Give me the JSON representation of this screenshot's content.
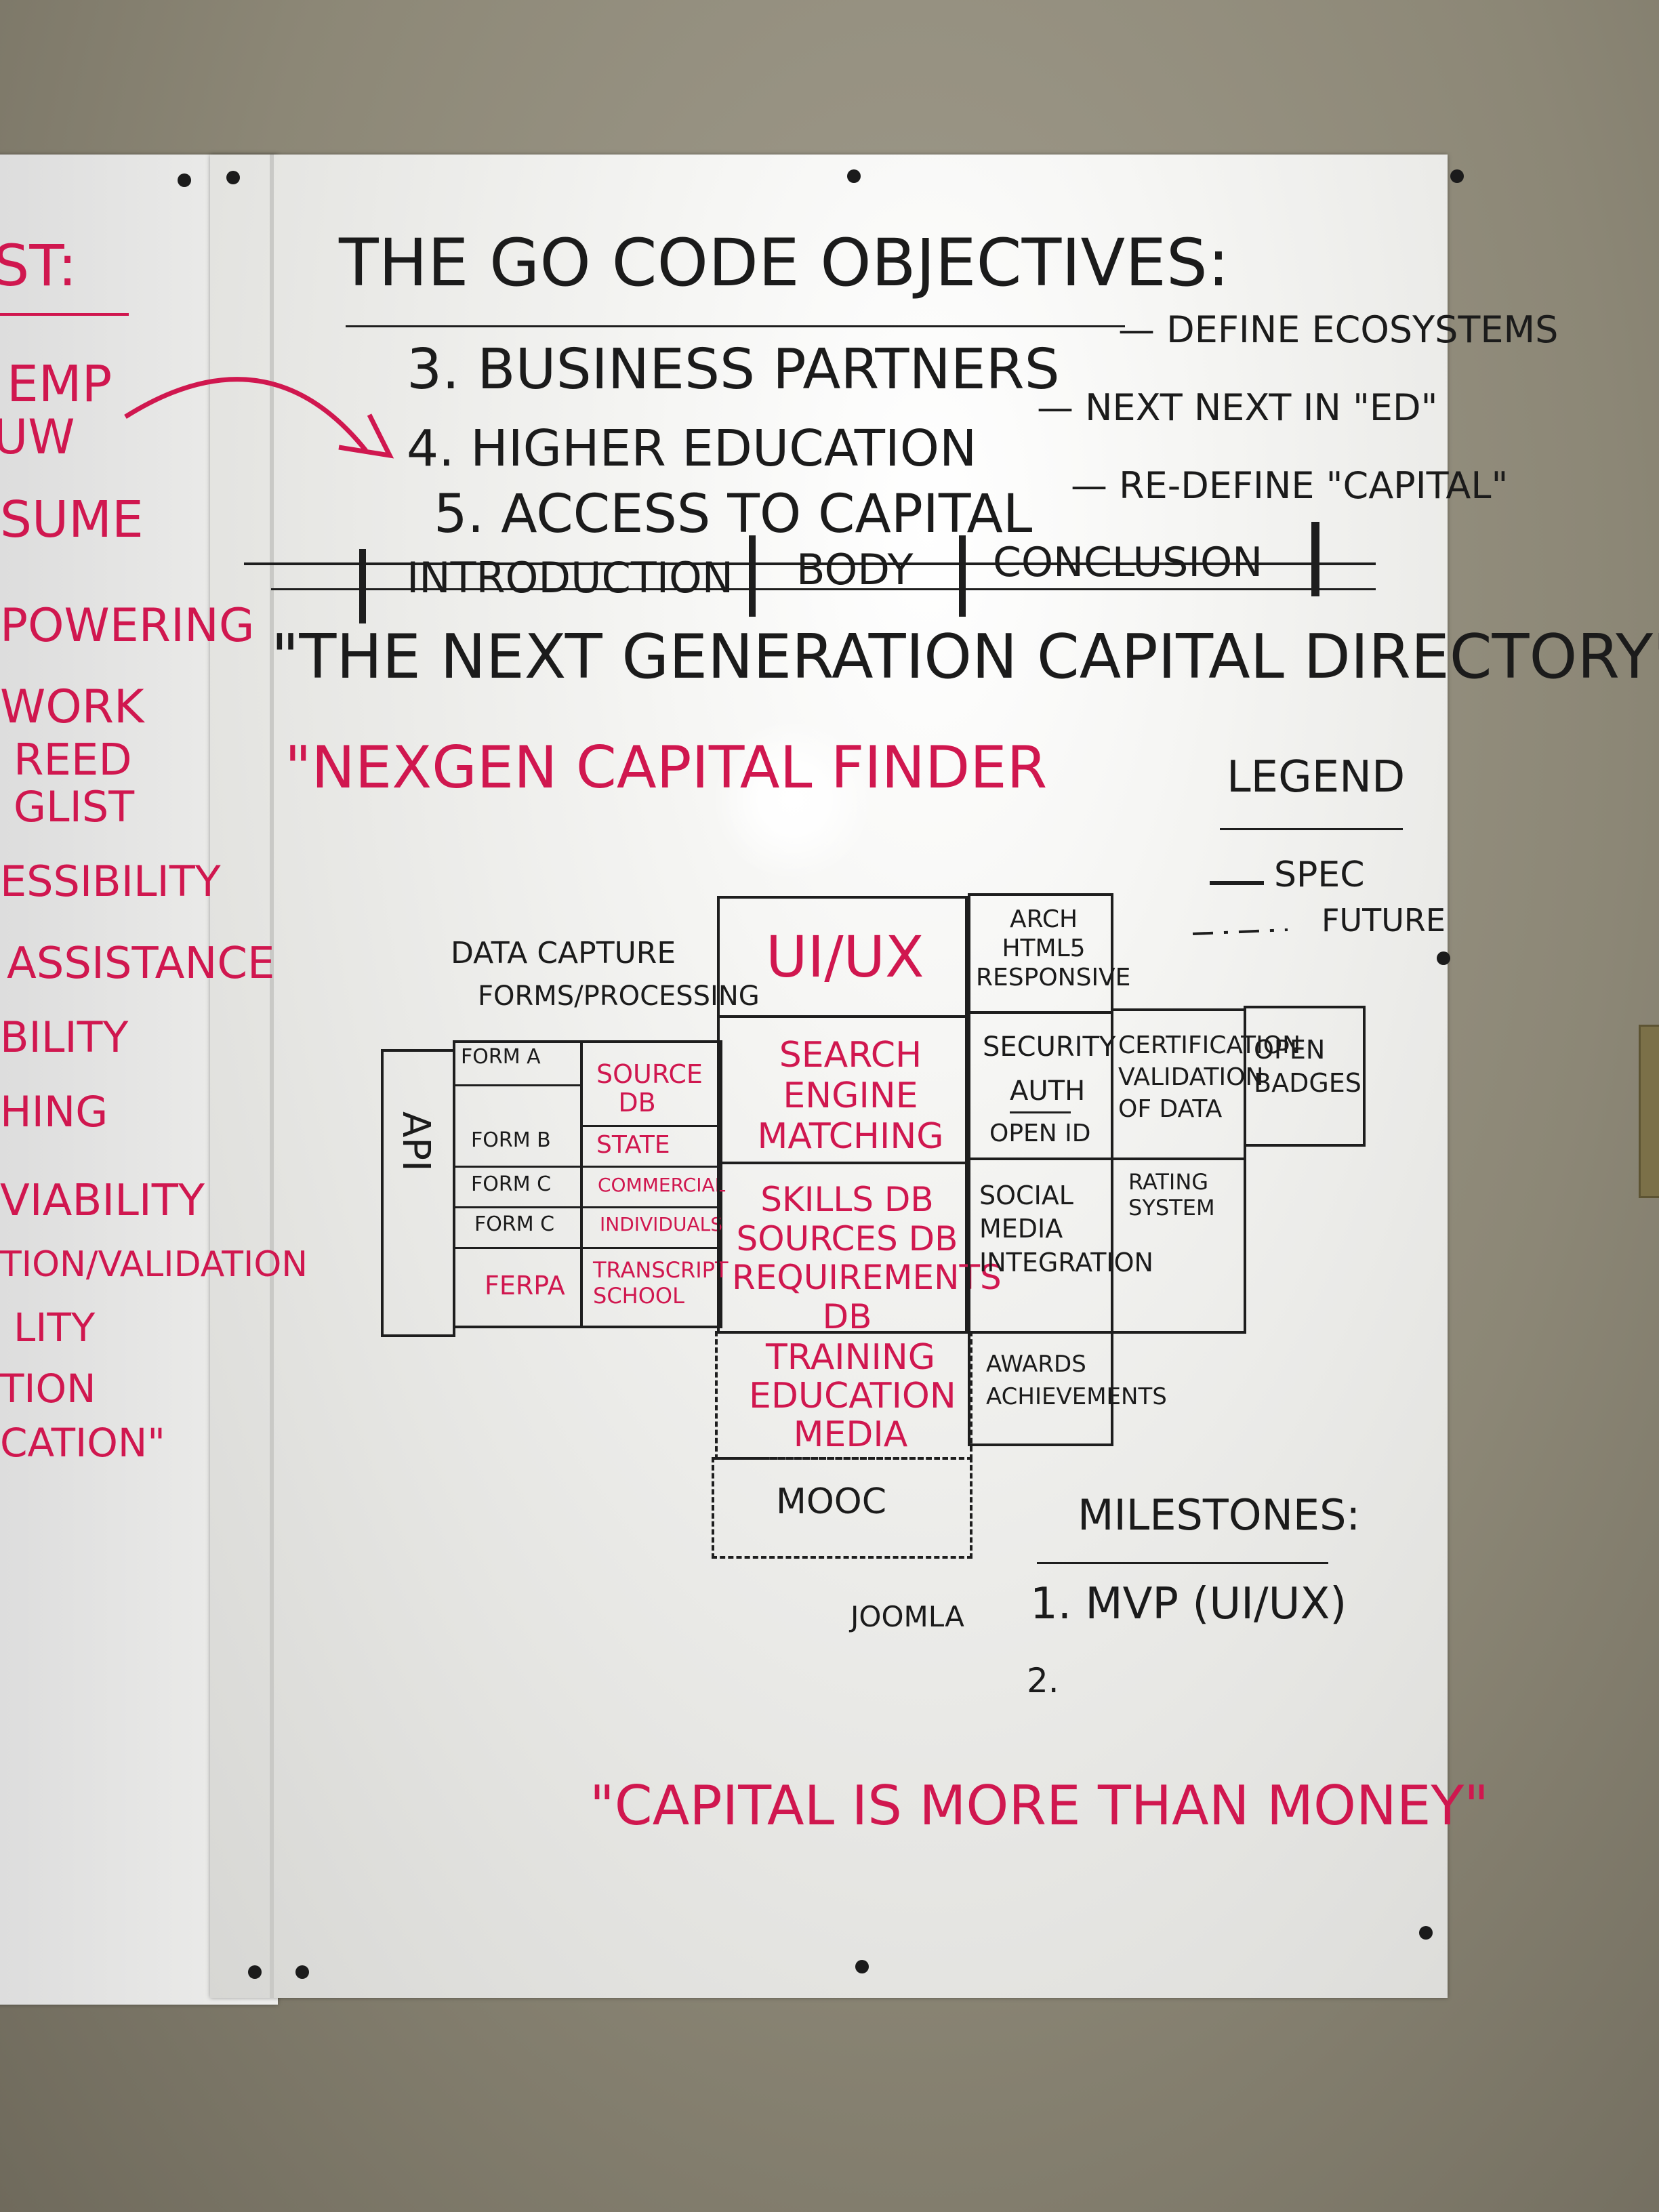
{
  "left_panel": [
    "ST:",
    "EMP",
    "UW",
    "SUME",
    "POWERING",
    "WORK",
    "REED",
    "GLIST",
    "ESSIBILITY",
    "ASSISTANCE",
    "BILITY",
    "HING",
    "VIABILITY",
    "TION/VALIDATION",
    "LITY",
    "TION",
    "CATION\""
  ],
  "header": {
    "title": "THE GO CODE OBJECTIVES:",
    "items": [
      {
        "label": "3. BUSINESS PARTNERS",
        "note": "— DEFINE ECOSYSTEMS"
      },
      {
        "label": "4. HIGHER EDUCATION",
        "note": "— NEXT NEXT IN \"ED\""
      },
      {
        "label": "5. ACCESS TO CAPITAL",
        "note": "— RE-DEFINE \"CAPITAL\""
      }
    ],
    "structure": [
      "INTRODUCTION",
      "BODY",
      "CONCLUSION"
    ],
    "tagline": "\"THE NEXT GENERATION CAPITAL DIRECTORY\""
  },
  "product_name": "\"NEXGEN CAPITAL FINDER",
  "legend": {
    "title": "LEGEND",
    "spec": "SPEC",
    "future": "FUTURE"
  },
  "diagram": {
    "data_capture": "DATA CAPTURE",
    "forms_processing": "FORMS/PROCESSING",
    "api": "API",
    "forms": [
      "FORM A",
      "FORM B",
      "FORM C",
      "FORM C"
    ],
    "ferpa": "FERPA",
    "source_db": "SOURCE DB",
    "source_items": [
      "STATE",
      "COMMERCIAL",
      "INDIVIDUALS"
    ],
    "transcript": "TRANSCRIPT SCHOOL",
    "ui_ux": "UI/UX",
    "arch": "ARCH HTML5 RESPONSIVE",
    "search": "SEARCH ENGINE MATCHING",
    "security": "SECURITY",
    "auth": "AUTH",
    "openid": "OPEN ID",
    "certification": "CERTIFICATION VALIDATION OF DATA",
    "open_badges": "OPEN BADGES",
    "skills": "SKILLS DB SOURCES DB REQUIREMENTS DB",
    "social": "SOCIAL MEDIA INTEGRATION",
    "rating": "RATING SYSTEM",
    "training": "TRAINING EDUCATION MEDIA",
    "awards": "AWARDS ACHIEVEMENTS",
    "mooc": "MOOC"
  },
  "milestones": {
    "title": "MILESTONES:",
    "joomla": "JOOMLA",
    "items": [
      "1. MVP (UI/UX)",
      "2."
    ]
  },
  "slogan": "\"CAPITAL IS MORE THAN MONEY\"",
  "colors": {
    "ink_black": "#1b1b1b",
    "ink_magenta": "#d0174f",
    "board": "#f2f2f0",
    "wall": "#8f8a7a"
  }
}
